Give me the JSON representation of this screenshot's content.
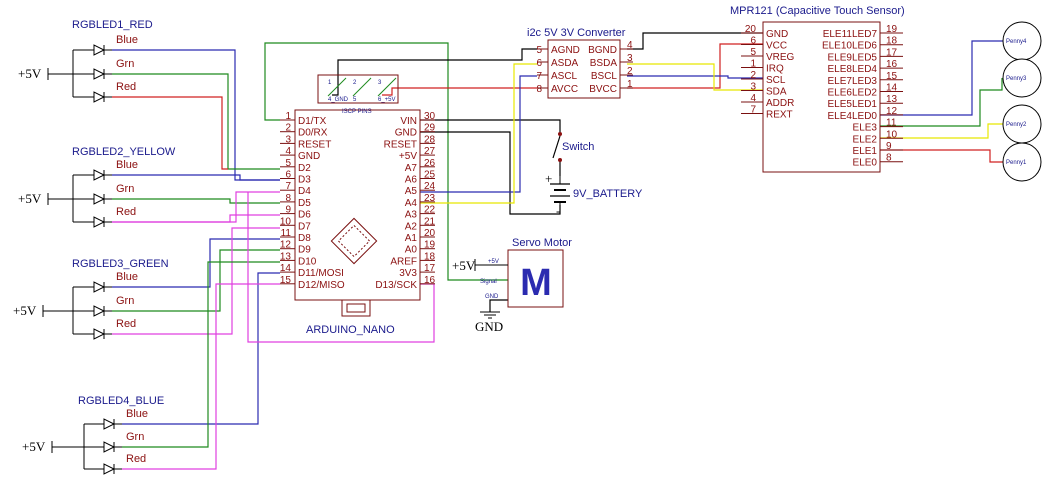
{
  "components": {
    "rgb1": {
      "title": "RGBLED1_RED",
      "blue": "Blue",
      "grn": "Grn",
      "red": "Red",
      "vcc": "+5V"
    },
    "rgb2": {
      "title": "RGBLED2_YELLOW",
      "blue": "Blue",
      "grn": "Grn",
      "red": "Red",
      "vcc": "+5V"
    },
    "rgb3": {
      "title": "RGBLED3_GREEN",
      "blue": "Blue",
      "grn": "Grn",
      "red": "Red",
      "vcc": "+5V"
    },
    "rgb4": {
      "title": "RGBLED4_BLUE",
      "blue": "Blue",
      "grn": "Grn",
      "red": "Red",
      "vcc": "+5V"
    },
    "arduino": {
      "title": "ARDUINO_NANO",
      "left_nums": [
        "1",
        "2",
        "3",
        "4",
        "5",
        "6",
        "7",
        "8",
        "9",
        "10",
        "11",
        "12",
        "13",
        "14",
        "15"
      ],
      "left_labels": [
        "D1/TX",
        "D0/RX",
        "RESET",
        "GND",
        "D2",
        "D3",
        "D4",
        "D5",
        "D6",
        "D7",
        "D8",
        "D9",
        "D10",
        "D11/MOSI",
        "D12/MISO"
      ],
      "right_nums": [
        "30",
        "29",
        "28",
        "27",
        "26",
        "25",
        "24",
        "23",
        "22",
        "21",
        "20",
        "19",
        "18",
        "17",
        "16"
      ],
      "right_labels": [
        "VIN",
        "GND",
        "RESET",
        "+5V",
        "A7",
        "A6",
        "A5",
        "A4",
        "A3",
        "A2",
        "A1",
        "A0",
        "AREF",
        "3V3",
        "D13/SCK"
      ],
      "iscp_title": "ISCP PINS",
      "iscp_top": [
        "1",
        "2",
        "3"
      ],
      "iscp_bottom": [
        "4_GND",
        "5",
        "6_+5V"
      ]
    },
    "converter": {
      "title": "i2c 5V 3V Converter",
      "left_nums": [
        "5",
        "6",
        "7",
        "8"
      ],
      "left_labels": [
        "AGND",
        "ASDA",
        "ASCL",
        "AVCC"
      ],
      "right_labels": [
        "BGND",
        "BSDA",
        "BSCL",
        "BVCC"
      ],
      "right_nums": [
        "4",
        "3",
        "2",
        "1"
      ]
    },
    "mpr121": {
      "title": "MPR121 (Capacitive Touch Sensor)",
      "left_nums": [
        "20",
        "6",
        "5",
        "1",
        "2",
        "3",
        "4",
        "7"
      ],
      "left_labels": [
        "GND",
        "VCC",
        "VREG",
        "IRQ",
        "SCL",
        "SDA",
        "ADDR",
        "REXT"
      ],
      "right_labels": [
        "ELE11LED7",
        "ELE10LED6",
        "ELE9LED5",
        "ELE8LED4",
        "ELE7LED3",
        "ELE6LED2",
        "ELE5LED1",
        "ELE4LED0",
        "ELE3",
        "ELE2",
        "ELE1",
        "ELE0"
      ],
      "right_nums": [
        "19",
        "18",
        "17",
        "16",
        "15",
        "14",
        "13",
        "12",
        "11",
        "10",
        "9",
        "8"
      ]
    },
    "pennies": [
      "Penny4",
      "Penny3",
      "Penny2",
      "Penny1"
    ],
    "switch": "Switch",
    "battery": "9V_BATTERY",
    "battery_plus": "+",
    "battery_minus": "-",
    "servo": {
      "title": "Servo Motor",
      "letter": "M",
      "vcc_pin": "+5V",
      "signal_pin": "Signal",
      "gnd_pin": "GND",
      "vcc": "+5V"
    },
    "ground": "GND"
  },
  "colors": {
    "blue_wire": "#2b2bb0",
    "green_wire": "#1e8a1e",
    "magenta_wire": "#e040e0",
    "red_wire": "#d02020",
    "yellow_wire": "#e8e800",
    "black_wire": "#000000",
    "component_outline": "#7a1010",
    "pin_label": "#8b1010",
    "title_label": "#1a1a8c"
  }
}
